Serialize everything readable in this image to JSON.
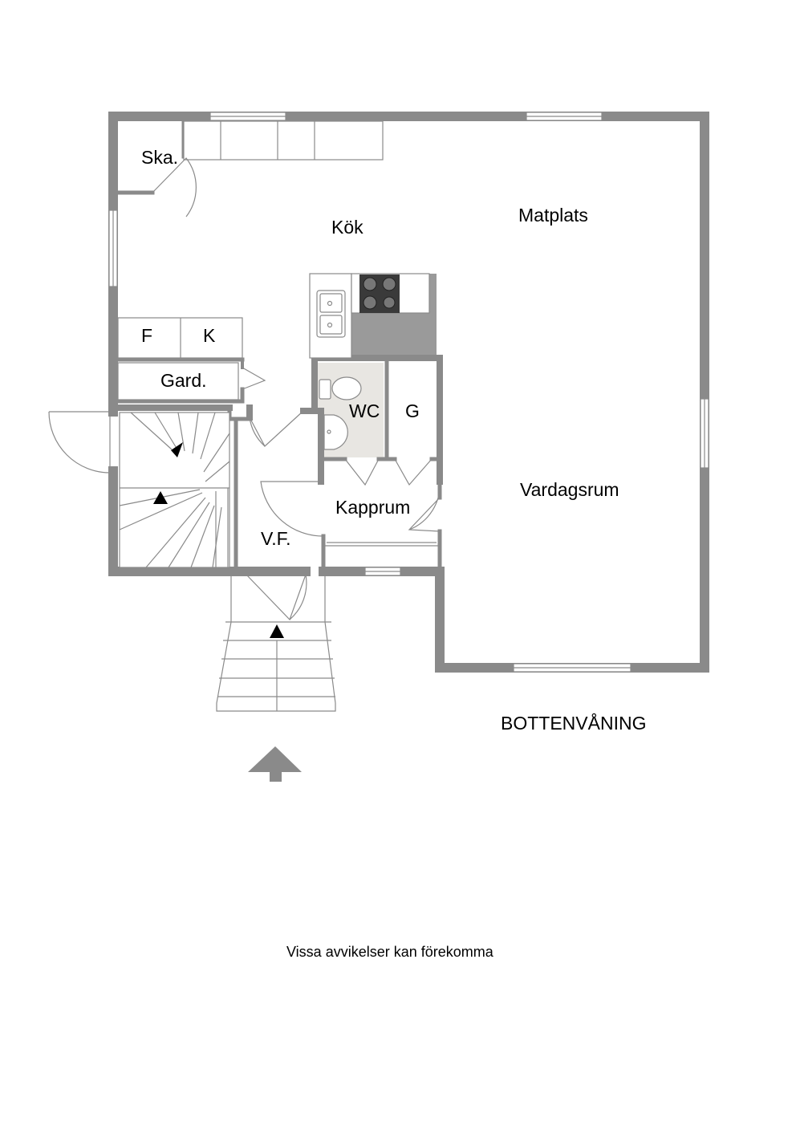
{
  "rooms": {
    "ska": "Ska.",
    "kok": "Kök",
    "matplats": "Matplats",
    "f": "F",
    "k": "K",
    "gard": "Gard.",
    "wc": "WC",
    "g": "G",
    "vardagsrum": "Vardagsrum",
    "kapprum": "Kapprum",
    "vf": "V.F."
  },
  "floor_name": "BOTTENVÅNING",
  "disclaimer": "Vissa avvikelser kan förekomma",
  "colors": {
    "wall": "#8a8a8a",
    "wc_floor": "#e8e6e2",
    "stove": "#3a3a3a",
    "counter": "#9a9a9a"
  },
  "icons": {
    "north_arrow": "north-arrow-icon",
    "stair_direction": "triangle-arrow-icon"
  }
}
